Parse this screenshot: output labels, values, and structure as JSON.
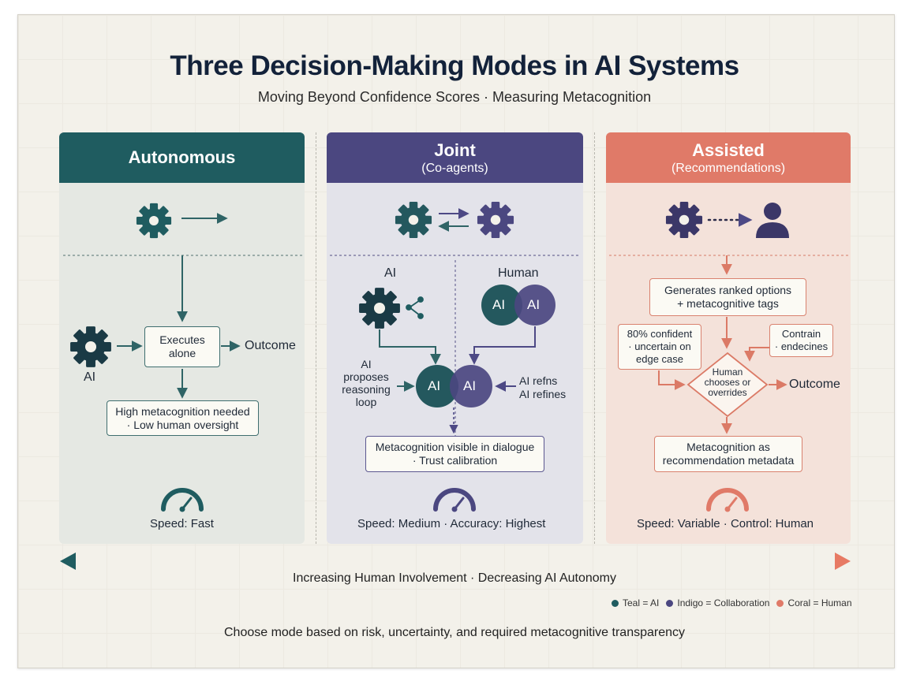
{
  "title": "Three Decision-Making Modes in AI Systems",
  "subtitle": "Moving Beyond Confidence Scores · Measuring Metacognition",
  "colors": {
    "teal": "#1f5c60",
    "indigo": "#4b4780",
    "coral": "#e07a68"
  },
  "panels": {
    "autonomous": {
      "title": "Autonomous",
      "ai_label": "AI",
      "action_box": [
        "Executes",
        "alone"
      ],
      "outcome": "Outcome",
      "note": [
        "High metacognition needed",
        "· Low human oversight"
      ],
      "speed": "Speed: Fast",
      "icons": [
        "gear-icon",
        "arrow-right-icon",
        "speedometer-icon"
      ]
    },
    "joint": {
      "title": "Joint",
      "subtitle": "(Co-agents)",
      "ai_label": "AI",
      "human_label": "Human",
      "venn_left": "AI",
      "venn_right": "AI",
      "merged_left": "AI",
      "merged_right": "AI",
      "left_text": [
        "AI",
        "proposes",
        "reasoning",
        "loop"
      ],
      "right_text": [
        "AI refns",
        "AI refines"
      ],
      "note": [
        "Metacognition visible in dialogue",
        "· Trust calibration"
      ],
      "speed": "Speed: Medium · Accuracy: Highest",
      "icons": [
        "gear-icon",
        "swap-arrows-icon",
        "share-icon",
        "speedometer-icon"
      ]
    },
    "assisted": {
      "title": "Assisted",
      "subtitle": "(Recommendations)",
      "top_box": [
        "Generates ranked options",
        "+ metacognitive tags"
      ],
      "confident_box": [
        "80% confident",
        "· uncertain on",
        "edge case"
      ],
      "contrain_box": [
        "Contrain",
        "· endecines"
      ],
      "diamond": [
        "Human",
        "chooses or",
        "overrides"
      ],
      "outcome": "Outcome",
      "note": [
        "Metacognition as",
        "recommendation metadata"
      ],
      "speed": "Speed: Variable · Control: Human",
      "icons": [
        "gear-icon",
        "dotted-arrow-icon",
        "person-icon",
        "speedometer-icon"
      ]
    }
  },
  "axis_label": "Increasing Human Involvement · Decreasing AI Autonomy",
  "legend": [
    "Teal = AI",
    "Indigo = Collaboration",
    "Coral = Human"
  ],
  "footer": "Choose mode based on risk, uncertainty, and required metacognitive transparency"
}
